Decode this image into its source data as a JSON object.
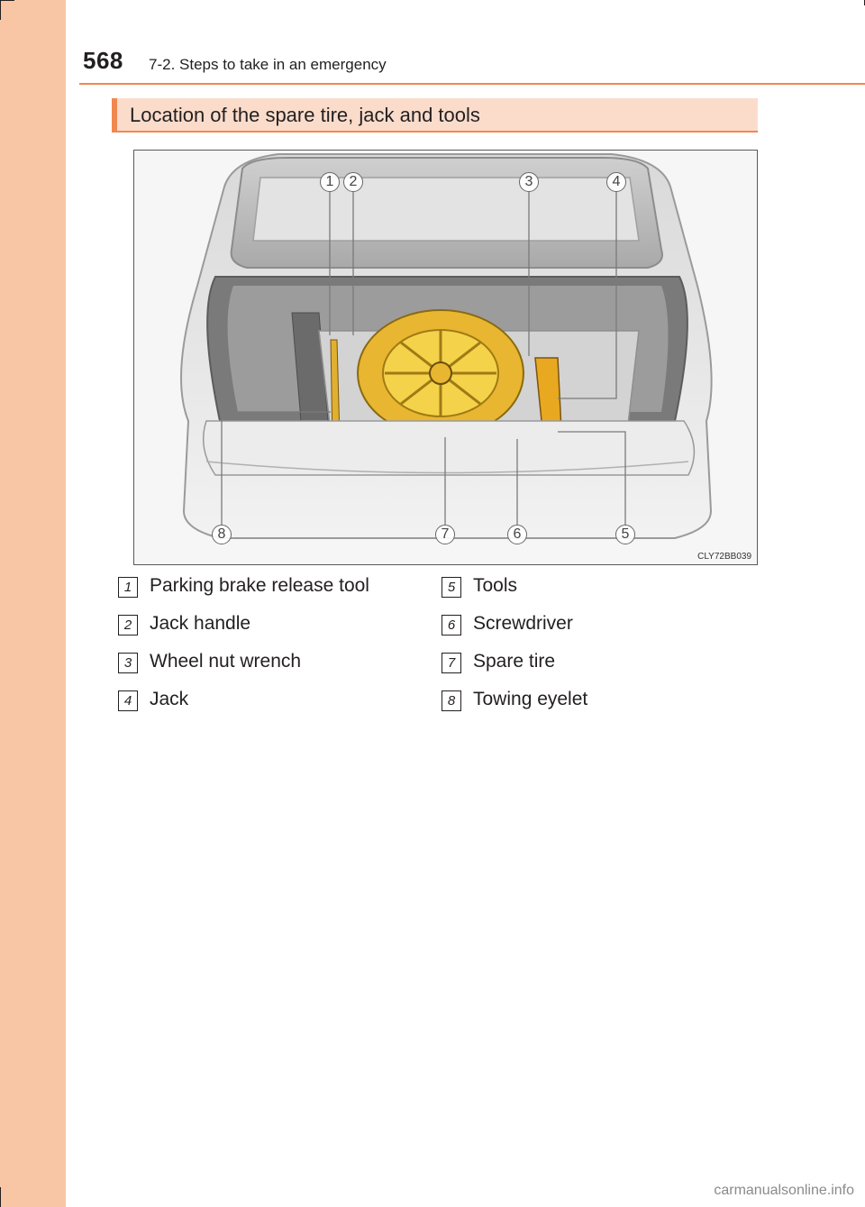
{
  "page": {
    "number": "568",
    "section_path": "7-2. Steps to take in an emergency",
    "accent_color": "#f0884f",
    "band_color": "#f9c6a5"
  },
  "section": {
    "heading": "Location of the spare tire, jack and tools"
  },
  "figure": {
    "code": "CLY72BB039",
    "callouts": [
      "1",
      "2",
      "3",
      "4",
      "5",
      "6",
      "7",
      "8"
    ]
  },
  "legend": {
    "left": [
      {
        "num": "1",
        "label": "Parking brake release tool"
      },
      {
        "num": "2",
        "label": "Jack handle"
      },
      {
        "num": "3",
        "label": "Wheel nut wrench"
      },
      {
        "num": "4",
        "label": "Jack"
      }
    ],
    "right": [
      {
        "num": "5",
        "label": "Tools"
      },
      {
        "num": "6",
        "label": "Screwdriver"
      },
      {
        "num": "7",
        "label": "Spare tire"
      },
      {
        "num": "8",
        "label": "Towing eyelet"
      }
    ]
  },
  "footer": {
    "url": "carmanualsonline.info"
  }
}
